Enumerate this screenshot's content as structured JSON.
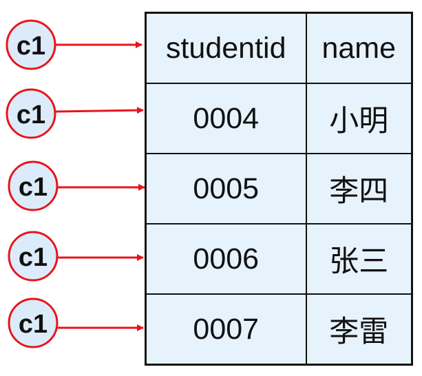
{
  "pointers": [
    {
      "label": "c1"
    },
    {
      "label": "c1"
    },
    {
      "label": "c1"
    },
    {
      "label": "c1"
    },
    {
      "label": "c1"
    }
  ],
  "table": {
    "headers": [
      "studentid",
      "name"
    ],
    "rows": [
      {
        "studentid": "0004",
        "name": "小明"
      },
      {
        "studentid": "0005",
        "name": "李四"
      },
      {
        "studentid": "0006",
        "name": "张三"
      },
      {
        "studentid": "0007",
        "name": "李雷"
      }
    ]
  },
  "colors": {
    "circle_fill": "#dcebf9",
    "circle_stroke": "#e8141b",
    "arrow": "#e8141b",
    "table_fill": "#e6f2fc",
    "border": "#111111"
  }
}
